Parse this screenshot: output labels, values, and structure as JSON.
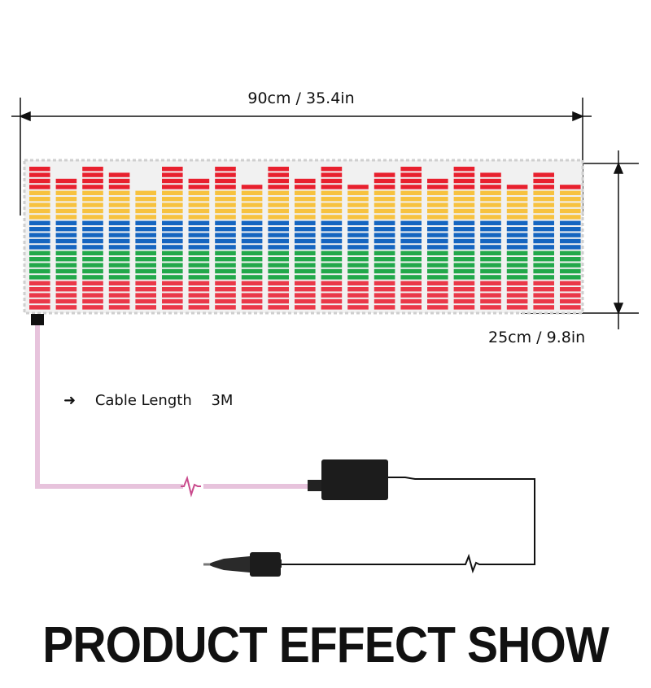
{
  "dimensions": {
    "width": "90cm / 35.4in",
    "height": "25cm / 9.8in"
  },
  "cable": {
    "arrow": "➜",
    "label": "Cable Length",
    "value": "3M"
  },
  "title": "PRODUCT EFFECT SHOW",
  "equalizer": {
    "columns": 21,
    "rows": 24,
    "levels": [
      24,
      22,
      24,
      23,
      20,
      24,
      22,
      24,
      21,
      24,
      22,
      24,
      21,
      23,
      24,
      22,
      24,
      23,
      21,
      23,
      21
    ],
    "row_colors": [
      "#e8202e",
      "#e8202e",
      "#e8202e",
      "#e8202e",
      "#f7c23f",
      "#f7c23f",
      "#f7c23f",
      "#f7c23f",
      "#f7c23f",
      "#1565c0",
      "#1565c0",
      "#1565c0",
      "#1565c0",
      "#1565c0",
      "#22a84a",
      "#22a84a",
      "#22a84a",
      "#22a84a",
      "#22a84a",
      "#ea3848",
      "#ea3848",
      "#ea3848",
      "#ea3848",
      "#ea3848"
    ]
  }
}
